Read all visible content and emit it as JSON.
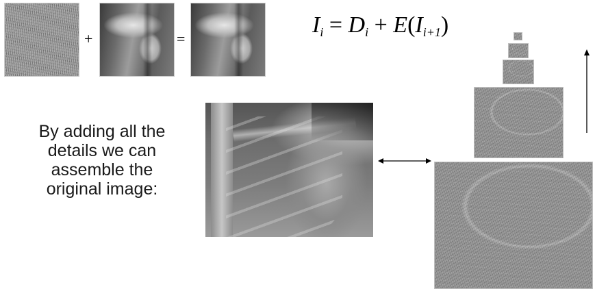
{
  "equation_strip": {
    "plus_sign": "+",
    "equals_sign": "="
  },
  "formula": {
    "lhs_symbol": "I",
    "lhs_sub": "i",
    "equals": "=",
    "term1_symbol": "D",
    "term1_sub": "i",
    "plus": "+",
    "operator": "E",
    "open_paren": "(",
    "arg_symbol": "I",
    "arg_sub": "i+1",
    "close_paren": ")"
  },
  "caption": {
    "line1": "By adding all the",
    "line2": "details we can",
    "line3": "assemble the",
    "line4": "original image:"
  },
  "colors": {
    "background": "#ffffff",
    "text": "#000000",
    "arrow": "#000000"
  },
  "icons": {
    "double_arrow": "double-headed-arrow",
    "vertical_arrow": "up-arrow"
  }
}
